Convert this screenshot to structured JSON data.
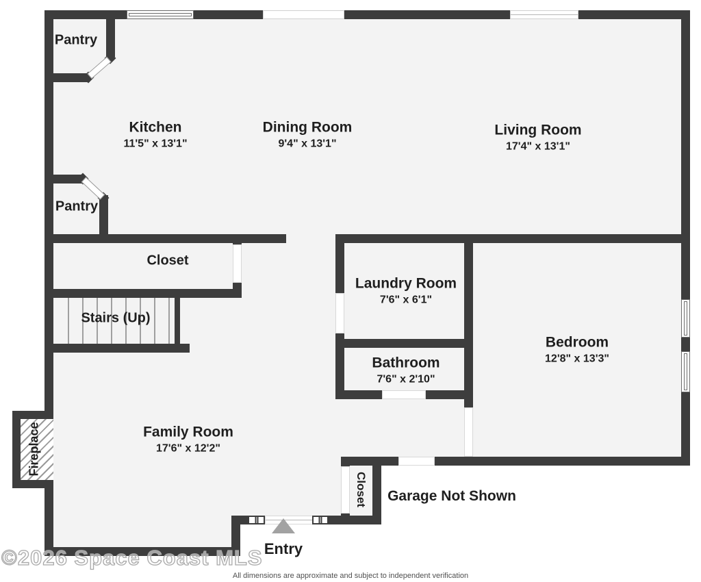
{
  "rooms": {
    "kitchen": {
      "name": "Kitchen",
      "dims": "11'5\" x 13'1\""
    },
    "dining": {
      "name": "Dining Room",
      "dims": "9'4\" x 13'1\""
    },
    "living": {
      "name": "Living Room",
      "dims": "17'4\" x 13'1\""
    },
    "laundry": {
      "name": "Laundry Room",
      "dims": "7'6\" x 6'1\""
    },
    "bathroom": {
      "name": "Bathroom",
      "dims": "7'6\" x 2'10\""
    },
    "bedroom": {
      "name": "Bedroom",
      "dims": "12'8\" x 13'3\""
    },
    "family": {
      "name": "Family Room",
      "dims": "17'6\" x 12'2\""
    }
  },
  "features": {
    "pantry_upper": "Pantry",
    "pantry_lower": "Pantry",
    "closet_hall": "Closet",
    "stairs": "Stairs (Up)",
    "fireplace": "Fireplace",
    "closet_entry": "Closet",
    "entry": "Entry",
    "garage_note": "Garage Not Shown"
  },
  "footer": {
    "watermark": "©2026 Space Coast MLS",
    "disclaimer": "All dimensions are approximate and subject to independent verification"
  },
  "colors": {
    "wall": "#3d3d3d",
    "floor": "#f3f3f3",
    "bg": "#ffffff",
    "text": "#1f1f1f",
    "entry_marker": "#a2a2a2",
    "watermark_stroke": "#a9a9a9",
    "door_edge": "#d8d8d8",
    "window_frame": "#6b6b6b",
    "hatch": "#9a9a9a",
    "tread": "#9f9f9f",
    "disclaimer_text": "#4f4f4f"
  }
}
